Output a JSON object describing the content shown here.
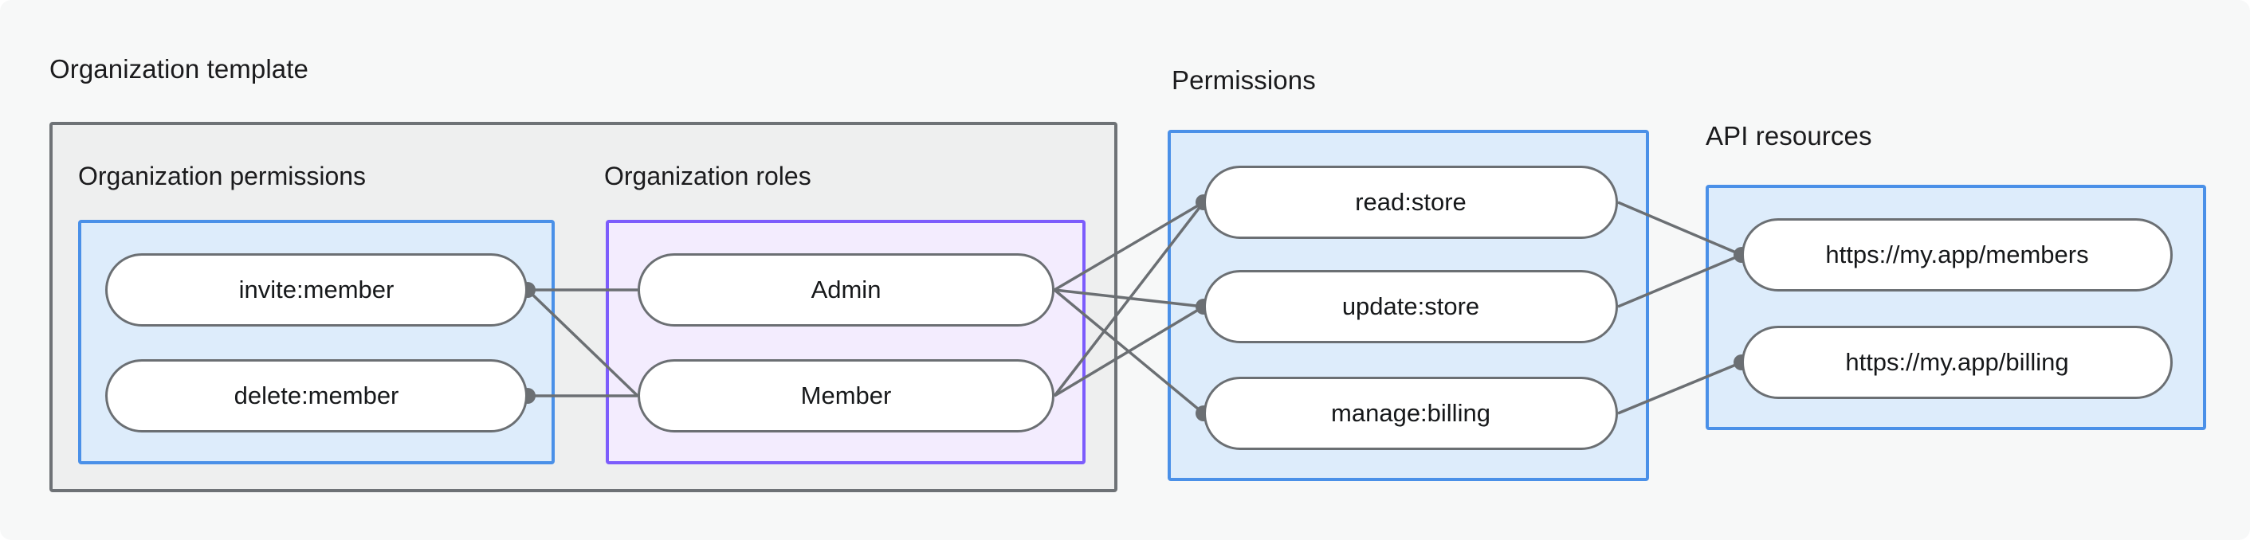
{
  "diagram": {
    "background": "#f7f8f8",
    "edge_color": "#6b6f73",
    "groups": {
      "org_template": {
        "label": "Organization template",
        "border_color": "#6e7276",
        "fill": "#eeefef"
      },
      "org_permissions": {
        "label": "Organization permissions",
        "border_color": "#4a90e8",
        "fill": "#ddecfb",
        "nodes": [
          {
            "id": "invite-member",
            "label": "invite:member"
          },
          {
            "id": "delete-member",
            "label": "delete:member"
          }
        ]
      },
      "org_roles": {
        "label": "Organization roles",
        "border_color": "#7c5cfc",
        "fill": "#f3ecfe",
        "nodes": [
          {
            "id": "admin",
            "label": "Admin"
          },
          {
            "id": "member",
            "label": "Member"
          }
        ]
      },
      "permissions": {
        "label": "Permissions",
        "border_color": "#4a90e8",
        "fill": "#ddecfb",
        "nodes": [
          {
            "id": "read-store",
            "label": "read:store"
          },
          {
            "id": "update-store",
            "label": "update:store"
          },
          {
            "id": "manage-billing",
            "label": "manage:billing"
          }
        ]
      },
      "api_resources": {
        "label": "API resources",
        "border_color": "#4a90e8",
        "fill": "#ddecfb",
        "nodes": [
          {
            "id": "members-url",
            "label": "https://my.app/members"
          },
          {
            "id": "billing-url",
            "label": "https://my.app/billing"
          }
        ]
      }
    },
    "edges": [
      {
        "from": "invite-member",
        "to": "admin"
      },
      {
        "from": "invite-member",
        "to": "member"
      },
      {
        "from": "delete-member",
        "to": "member"
      },
      {
        "from": "admin",
        "to": "read-store"
      },
      {
        "from": "admin",
        "to": "update-store"
      },
      {
        "from": "admin",
        "to": "manage-billing"
      },
      {
        "from": "member",
        "to": "read-store"
      },
      {
        "from": "member",
        "to": "update-store"
      },
      {
        "from": "read-store",
        "to": "members-url"
      },
      {
        "from": "update-store",
        "to": "members-url"
      },
      {
        "from": "manage-billing",
        "to": "billing-url"
      }
    ]
  }
}
